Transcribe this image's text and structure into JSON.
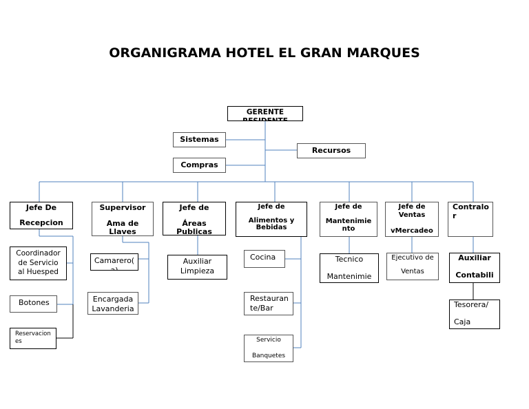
{
  "title": "ORGANIGRAMA HOTEL EL GRAN MARQUES",
  "colors": {
    "connector": "#4f81bd",
    "border": "#555555"
  },
  "nodes": {
    "gerente": "GERENTE\nRESIDENTE",
    "sistemas": "Sistemas",
    "compras": "Compras",
    "recursos": "Recursos",
    "recepcion": "Jefe De\n\nRecepcion",
    "ama_llaves": "Supervisor\n\nAma de\nLlaves",
    "areas_publicas": "Jefe de\n\nÁreas\nPublicas",
    "alimentos": "Jefe de\n\nAlimentos y\nBebidas",
    "mantenimiento": "Jefe de\n\nMantenimie\nnto",
    "ventas": "Jefe de\nVentas\n\nvMercadeo",
    "contralor": "Contralo\nr",
    "coordinador": "Coordinador\nde  Servicio\nal Huesped",
    "botones": "Botones",
    "reservaciones": "Reservacion\nes",
    "camarero": "Camarero(\na)",
    "encargada_lavanderia": "Encargada\nLavanderia",
    "auxiliar_limpieza": "Auxiliar\nLimpieza",
    "cocina": "Cocina",
    "restaurante": "Restauran\nte/Bar",
    "servicio_banquetes": "Servicio\n\nBanquetes",
    "tecnico": "Tecnico\n\nMantenimie",
    "ejecutivo_ventas": "Ejecutivo de\n\nVentas",
    "auxiliar_contable": "Auxiliar\n\nContabili",
    "tesorera": "Tesorera/\n\nCaja"
  }
}
